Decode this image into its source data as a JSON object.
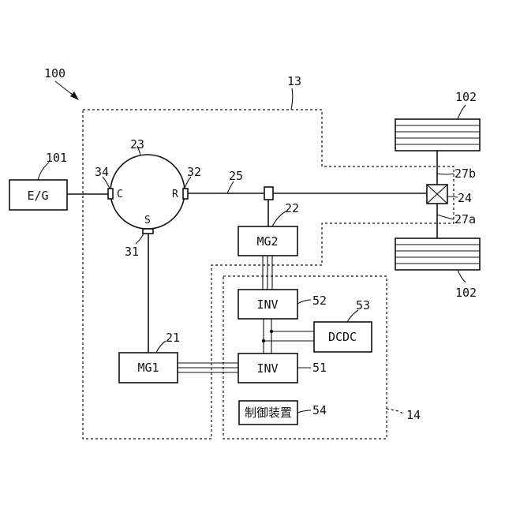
{
  "refs": {
    "r100": "100",
    "r101": "101",
    "r13": "13",
    "r14": "14",
    "r21": "21",
    "r22": "22",
    "r23": "23",
    "r24": "24",
    "r25": "25",
    "r27a": "27a",
    "r27b": "27b",
    "r31": "31",
    "r32": "32",
    "r34": "34",
    "r51": "51",
    "r52": "52",
    "r53": "53",
    "r54": "54",
    "r102a": "102",
    "r102b": "102"
  },
  "blocks": {
    "engine": "E/G",
    "mg1": "MG1",
    "mg2": "MG2",
    "inv_upper": "INV",
    "inv_lower": "INV",
    "dcdc": "DCDC",
    "controller": "制御装置"
  },
  "gear_ports": {
    "carrier": "C",
    "ring": "R",
    "sun": "S"
  }
}
